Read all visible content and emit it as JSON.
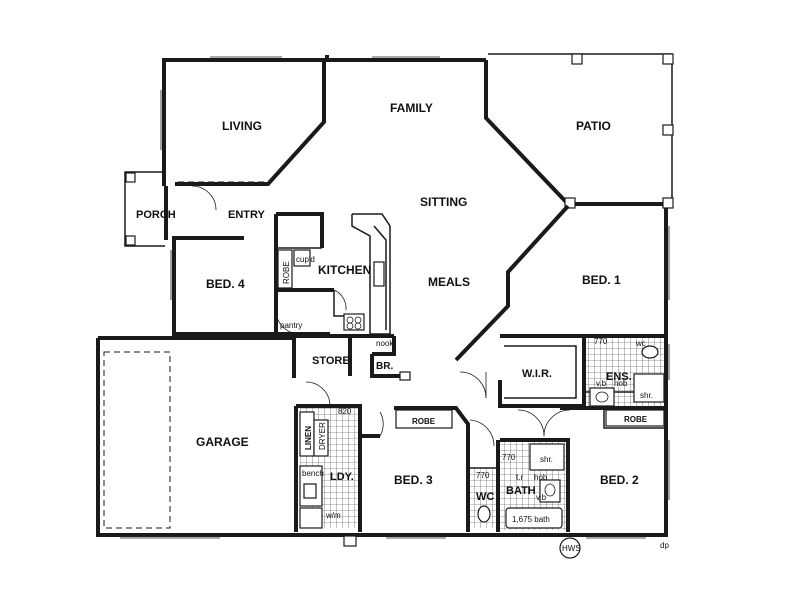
{
  "rooms": {
    "living": "LIVING",
    "family": "FAMILY",
    "patio": "PATIO",
    "porch": "PORCH",
    "entry": "ENTRY",
    "sitting": "SITTING",
    "kitchen": "KITCHEN",
    "bed4": "BED. 4",
    "meals": "MEALS",
    "bed1": "BED. 1",
    "garage": "GARAGE",
    "store": "STORE",
    "br": "BR.",
    "wir": "W.I.R.",
    "ens": "ENS.",
    "ldy": "LDY.",
    "bed3": "BED. 3",
    "wc": "WC",
    "bath": "BATH",
    "bed2": "BED. 2"
  },
  "fixtures": {
    "robe_kitchen": "ROBE",
    "cupd": "cup'd",
    "pantry": "pantry",
    "nook": "nook",
    "robe_bed3": "ROBE",
    "robe_bed2": "ROBE",
    "linen": "LINEN",
    "dryer": "DRYER",
    "bench": "bench",
    "wm": "w/m",
    "size_820": "820",
    "size_770_wc": "770",
    "size_770_bath": "770",
    "size_770_ens": "770",
    "shr_bath": "shr.",
    "shr_ens": "shr.",
    "hob_bath": "hob",
    "hob_ens": "hob",
    "vb_bath": "v.b",
    "vb_ens": "v.b",
    "wc_ens": "wc",
    "tr_bath": "t.r",
    "bath_size": "1,675 bath",
    "hws": "HWS",
    "dp": "dp"
  }
}
